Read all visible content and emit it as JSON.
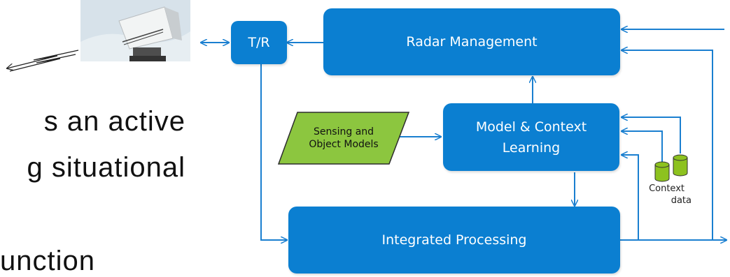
{
  "blocks": {
    "radar_management": "Radar Management",
    "tr": "T/R",
    "model_context_line1": "Model & Context",
    "model_context_line2": "Learning",
    "integrated_processing": "Integrated Processing",
    "sensing_line1": "Sensing and",
    "sensing_line2": "Object Models",
    "context_line1": "Context",
    "context_line2": "data"
  },
  "body_text": {
    "line1": "s an active",
    "line2": "g situational",
    "line3": "unction"
  },
  "colors": {
    "block_blue": "#0b7fd1",
    "arrow_blue": "#1a7fd0",
    "sensing_green": "#8cc63f",
    "cylinder_green": "#8dc21f"
  }
}
